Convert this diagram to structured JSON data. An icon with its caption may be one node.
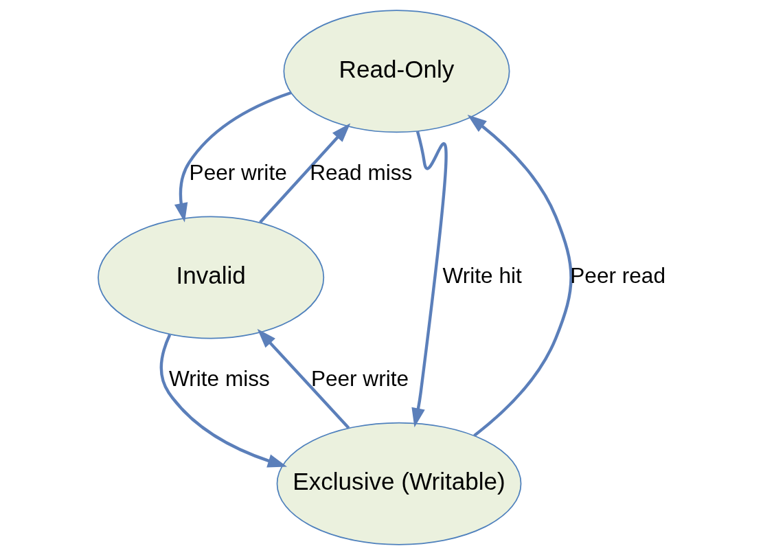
{
  "diagram": {
    "nodes": [
      {
        "text": [
          "Read-Only"
        ]
      },
      {
        "text": [
          "Invalid"
        ]
      },
      {
        "text": [
          "Exclusive (Writable)"
        ]
      }
    ],
    "edges": [
      {
        "from": 1,
        "to": 0,
        "arrow": "to",
        "label": "Read miss"
      },
      {
        "from": 0,
        "to": 1,
        "arrow": "to",
        "label": "Peer write"
      },
      {
        "from": 2,
        "to": 0,
        "arrow": "to",
        "label": "Peer read"
      },
      {
        "from": 0,
        "to": 2,
        "arrow": "to",
        "label": "Write hit"
      },
      {
        "from": 1,
        "to": 2,
        "arrow": "to",
        "label": "Write miss"
      },
      {
        "from": 2,
        "to": 1,
        "arrow": "to",
        "label": "Peer write"
      }
    ]
  }
}
